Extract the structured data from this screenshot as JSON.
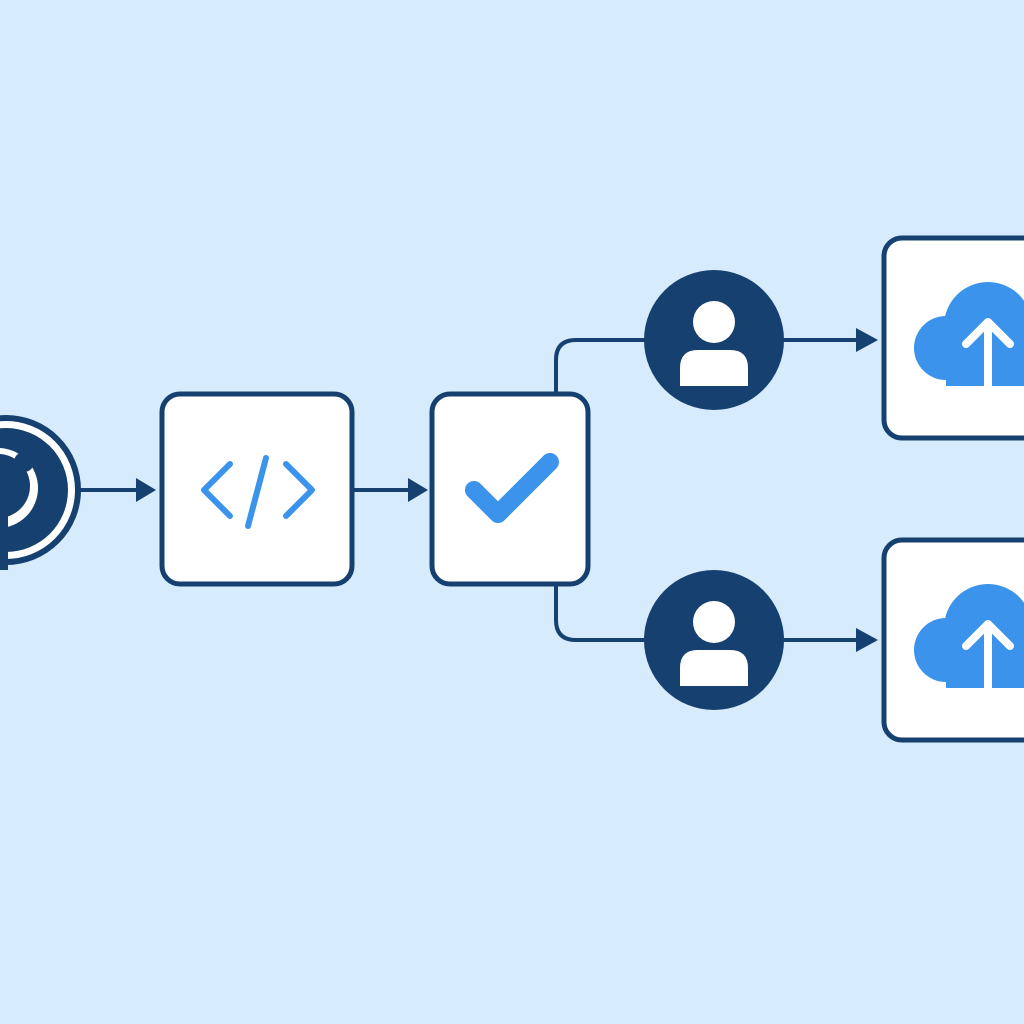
{
  "diagram": {
    "colors": {
      "background": "#d6ebfb",
      "outline": "#16406f",
      "accent": "#3b93ec",
      "fill_light": "#ffffff"
    },
    "nodes": [
      {
        "id": "source",
        "shape": "circle",
        "icon": "github-octocat-icon"
      },
      {
        "id": "code",
        "shape": "rounded-square",
        "icon": "code-brackets-icon"
      },
      {
        "id": "test",
        "shape": "rounded-square",
        "icon": "checkmark-icon"
      },
      {
        "id": "approver-top",
        "shape": "circle",
        "icon": "user-icon"
      },
      {
        "id": "approver-bottom",
        "shape": "circle",
        "icon": "user-icon"
      },
      {
        "id": "deploy-top",
        "shape": "rounded-square",
        "icon": "cloud-upload-icon"
      },
      {
        "id": "deploy-bottom",
        "shape": "rounded-square",
        "icon": "cloud-upload-icon"
      }
    ],
    "edges": [
      {
        "from": "source",
        "to": "code"
      },
      {
        "from": "code",
        "to": "test"
      },
      {
        "from": "test",
        "to": "approver-top"
      },
      {
        "from": "test",
        "to": "approver-bottom"
      },
      {
        "from": "approver-top",
        "to": "deploy-top"
      },
      {
        "from": "approver-bottom",
        "to": "deploy-bottom"
      }
    ]
  }
}
